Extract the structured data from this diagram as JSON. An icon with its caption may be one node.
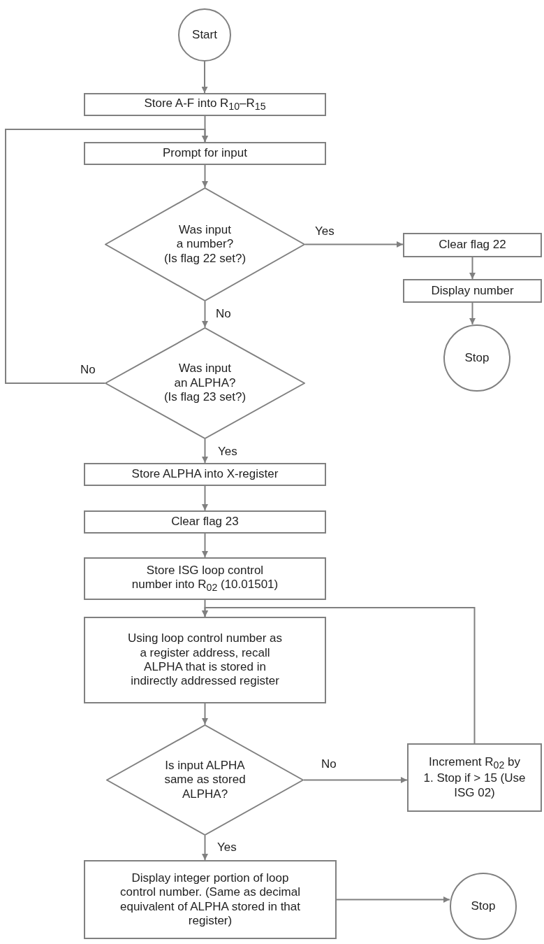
{
  "diagram": {
    "nodes": [
      {
        "text": [
          "Start"
        ]
      },
      {
        "text": [
          "Store A-F into R$_{10}$–R$_{15}$"
        ]
      },
      {
        "text": [
          "Prompt for input"
        ]
      },
      {
        "text": [
          "Was input a number?",
          "(Is flag 22 set?)"
        ]
      },
      {
        "text": [
          "Clear flag 22"
        ]
      },
      {
        "text": [
          "Display number"
        ]
      },
      {
        "text": [
          "Stop"
        ]
      },
      {
        "text": [
          "Was input an ALPHA?",
          "(Is flag 23 set?)"
        ]
      },
      {
        "text": [
          "Store ALPHA into X-register"
        ]
      },
      {
        "text": [
          "Clear flag 23"
        ]
      },
      {
        "text": [
          "Store ISG loop control number into R$_{02}$ (10.01501)"
        ]
      },
      {
        "text": [
          "Using loop control number as a register address, recall ALPHA that is stored in indirectly addressed register"
        ]
      },
      {
        "text": [
          "Is input ALPHA same as stored ALPHA?"
        ]
      },
      {
        "text": [
          "Increment R$_{02}$ by 1. Stop if > 15 (Use ISG 02)"
        ]
      },
      {
        "text": [
          "Display integer portion of loop control number. (Same as decimal equivalent of ALPHA stored in that register)"
        ]
      },
      {
        "text": [
          "Stop"
        ]
      }
    ],
    "edges": [
      {
        "from": 0,
        "to": 1,
        "arrow": "to"
      },
      {
        "from": 1,
        "to": 2,
        "arrow": "to"
      },
      {
        "from": 2,
        "to": 3,
        "arrow": "to"
      },
      {
        "from": 3,
        "to": 4,
        "arrow": "to",
        "label": "Yes"
      },
      {
        "from": 4,
        "to": 5,
        "arrow": "to"
      },
      {
        "from": 5,
        "to": 6,
        "arrow": "to"
      },
      {
        "from": 3,
        "to": 7,
        "arrow": "to",
        "label": "No"
      },
      {
        "from": 7,
        "to": 2,
        "arrow": "to",
        "label": "No"
      },
      {
        "from": 7,
        "to": 8,
        "arrow": "to",
        "label": "Yes"
      },
      {
        "from": 8,
        "to": 9,
        "arrow": "to"
      },
      {
        "from": 9,
        "to": 10,
        "arrow": "to"
      },
      {
        "from": 10,
        "to": 11,
        "arrow": "to"
      },
      {
        "from": 11,
        "to": 12,
        "arrow": "to"
      },
      {
        "from": 12,
        "to": 13,
        "arrow": "to",
        "label": "No"
      },
      {
        "from": 13,
        "to": 11,
        "arrow": "to"
      },
      {
        "from": 12,
        "to": 14,
        "arrow": "to",
        "label": "Yes"
      },
      {
        "from": 14,
        "to": 15,
        "arrow": "to"
      }
    ]
  }
}
